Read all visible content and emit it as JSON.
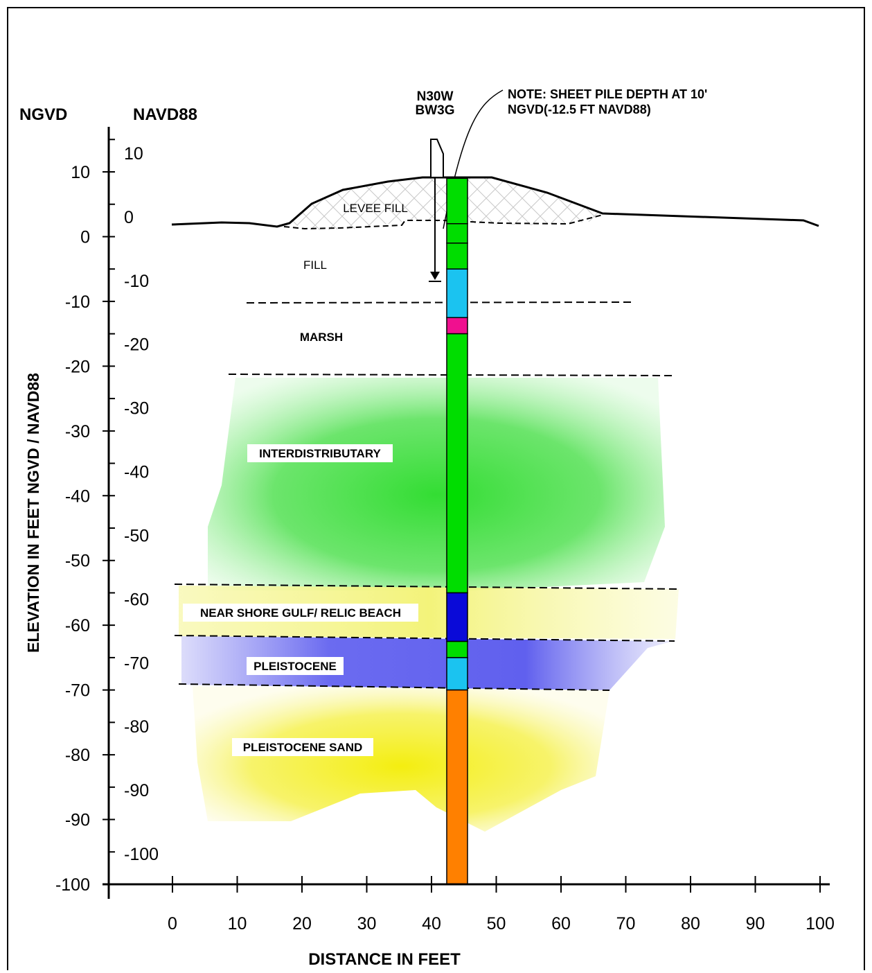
{
  "axes": {
    "left_header_ngvd": "NGVD",
    "left_header_navd88": "NAVD88",
    "ylabel": "ELEVATION IN FEET NGVD / NAVD88",
    "xlabel": "DISTANCE IN FEET",
    "ngvd_ticks": [
      "10",
      "0",
      "-10",
      "-20",
      "-30",
      "-40",
      "-50",
      "-60",
      "-70",
      "-80",
      "-90",
      "-100"
    ],
    "navd88_ticks": [
      "10",
      "0",
      "-10",
      "-20",
      "-30",
      "-40",
      "-50",
      "-60",
      "-70",
      "-80",
      "-90",
      "-100"
    ],
    "x_ticks": [
      "0",
      "10",
      "20",
      "30",
      "40",
      "50",
      "60",
      "70",
      "80",
      "90",
      "100"
    ]
  },
  "boring": {
    "label_line1": "N30W",
    "label_line2": "BW3G",
    "segments": [
      {
        "top": 9,
        "bottom": 2,
        "color": "#00dd00"
      },
      {
        "top": 2,
        "bottom": -1,
        "color": "#00dd00"
      },
      {
        "top": -1,
        "bottom": -5,
        "color": "#00dd00"
      },
      {
        "top": -5,
        "bottom": -12.5,
        "color": "#1bc3f0"
      },
      {
        "top": -12.5,
        "bottom": -15,
        "color": "#f0108f"
      },
      {
        "top": -15,
        "bottom": -55,
        "color": "#00dd00"
      },
      {
        "top": -55,
        "bottom": -62.5,
        "color": "#0a0ad8"
      },
      {
        "top": -62.5,
        "bottom": -65,
        "color": "#00dd00"
      },
      {
        "top": -65,
        "bottom": -70,
        "color": "#1bc3f0"
      },
      {
        "top": -70,
        "bottom": -100,
        "color": "#ff8000"
      }
    ]
  },
  "note": {
    "line1": "NOTE: SHEET PILE DEPTH AT 10'",
    "line2": "NGVD(-12.5 FT NAVD88)"
  },
  "layers": {
    "levee_fill": "LEVEE FILL",
    "fill": "FILL",
    "marsh": "MARSH",
    "interdistributary": "INTERDISTRIBUTARY",
    "near_shore": "NEAR SHORE GULF/ RELIC BEACH",
    "pleistocene": "PLEISTOCENE",
    "pleistocene_sand": "PLEISTOCENE SAND"
  },
  "colors": {
    "interdistributary": "#33dd33",
    "near_shore": "#f3f37a",
    "pleistocene": "#6060f0",
    "pleistocene_sand": "#f2ee20"
  }
}
